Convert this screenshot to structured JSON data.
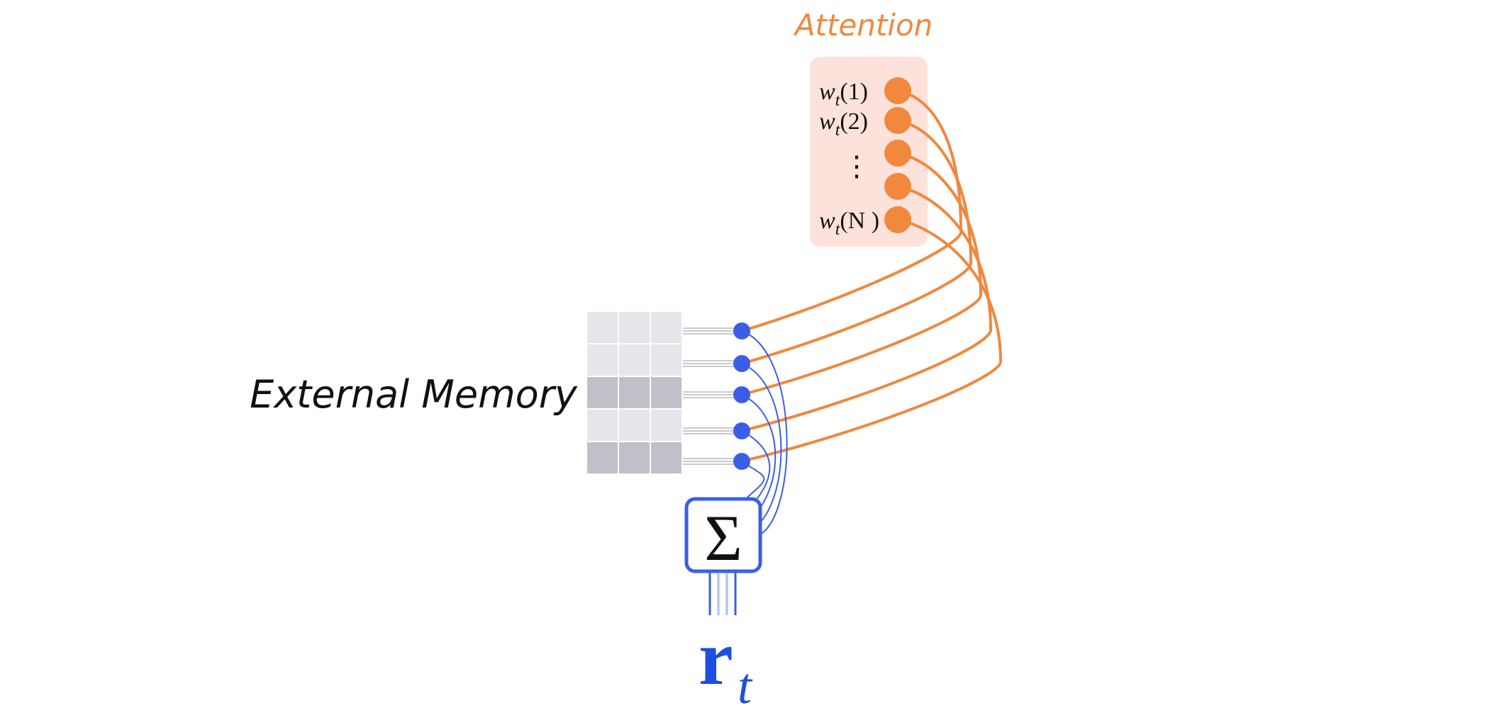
{
  "title": "Attention",
  "memory_label": "External Memory",
  "attention_weights": [
    {
      "w": "w",
      "sub": "t",
      "arg": "(1)"
    },
    {
      "w": "w",
      "sub": "t",
      "arg": "(2)"
    },
    {
      "w": "",
      "sub": "",
      "arg": "⋮"
    },
    {
      "w": "",
      "sub": "",
      "arg": ""
    },
    {
      "w": "w",
      "sub": "t",
      "arg": "(N )"
    }
  ],
  "memory_rows": 5,
  "memory_cols": 3,
  "memory_row_shades": [
    "light",
    "light",
    "dark",
    "light",
    "dark"
  ],
  "sum_symbol": "Σ",
  "output": {
    "main": "r",
    "sub": "t"
  },
  "colors": {
    "attention": "#f0883e",
    "attention_bg": "#fde2dc",
    "read": "#3b5ee8",
    "output": "#1f4fe0",
    "cell_light": "#e6e6ea",
    "cell_dark": "#c0c0c8"
  }
}
